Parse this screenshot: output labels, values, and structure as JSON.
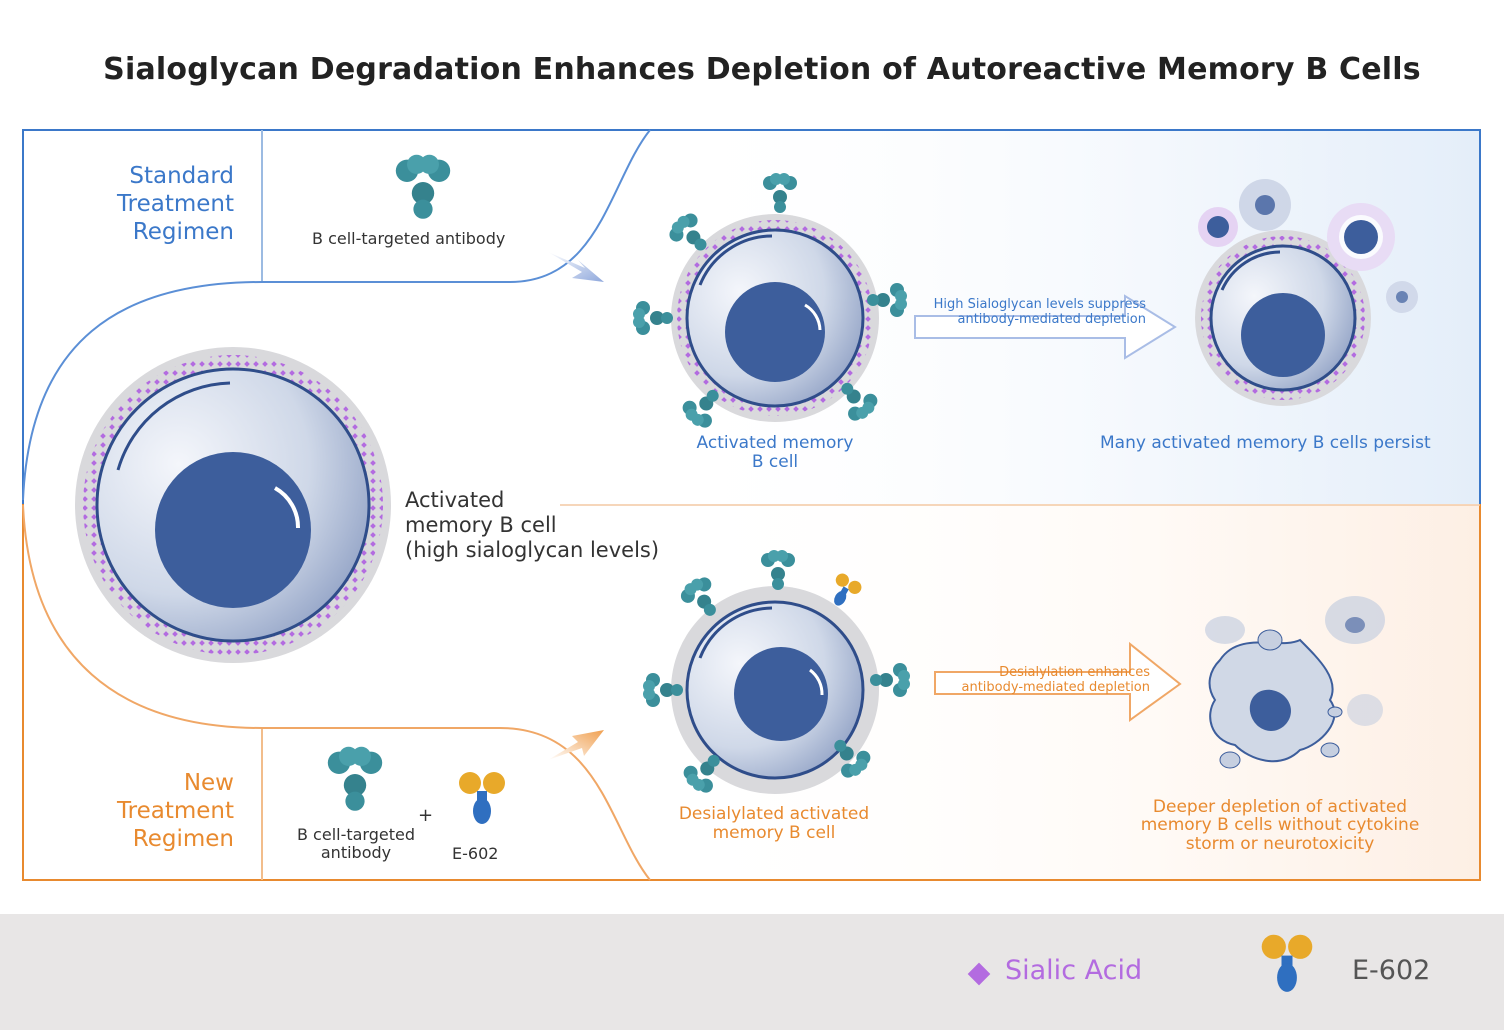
{
  "title": "Sialoglycan Degradation Enhances Depletion of Autoreactive Memory B Cells",
  "standard": {
    "regimen_label": "Standard\nTreatment\nRegimen",
    "agent_label": "B cell-targeted antibody",
    "cell_label": "Activated memory\nB cell",
    "arrow_label": "High Sialoglycan levels suppress\nantibody-mediated depletion",
    "outcome_label": "Many activated memory B cells persist"
  },
  "center": {
    "cell_label": "Activated\nmemory B cell\n(high sialoglycan levels)"
  },
  "new": {
    "regimen_label": "New\nTreatment\nRegimen",
    "agent_label": "B cell-targeted\nantibody",
    "plus": "+",
    "drug_label": "E-602",
    "cell_label": "Desialylated activated\nmemory B cell",
    "arrow_label": "Desialylation enhances\nantibody-mediated depletion",
    "outcome_label": "Deeper depletion of activated\nmemory B cells without cytokine\nstorm or neurotoxicity"
  },
  "legend": {
    "sialic_label": "Sialic Acid",
    "drug_label": "E-602"
  },
  "colors": {
    "blue": "#3b78c9",
    "orange": "#e88a2f",
    "sialic": "#b36be0",
    "nucleus": "#3d5e9c",
    "antibody": "#3b8f9b",
    "e602_head": "#e8a92a",
    "e602_body": "#2f6fc0"
  }
}
